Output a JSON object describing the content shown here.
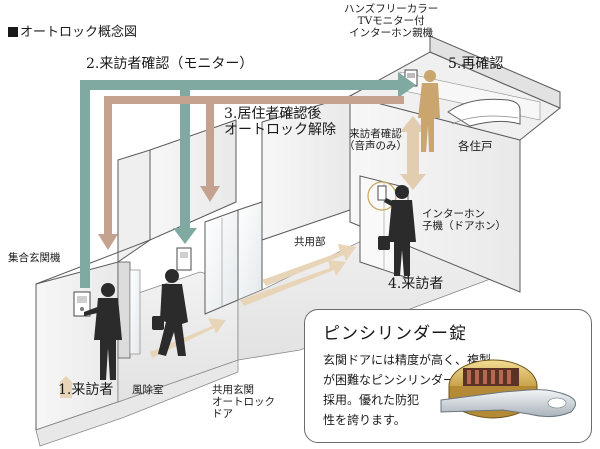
{
  "title": "オートロック概念図",
  "steps": {
    "step1": "1.来訪者",
    "step2": "2.来訪者確認（モニター）",
    "step3": "3.居住者確認後\nオートロック解除",
    "step4": "4.来訪者",
    "step5": "5.再確認"
  },
  "labels": {
    "monitor": "ハンズフリーカラー\nTVモニター付\nインターホン親機",
    "visitor_check": "来訪者確認\n（音声のみ）",
    "each_unit": "各住戸",
    "intercom_child": "インターホン\n子機（ドアホン）",
    "common_area": "共用部",
    "entrance_machine": "集合玄関機",
    "windbreak": "風除室",
    "entrance_door": "共用玄関\nオートロック\nドア"
  },
  "callout": {
    "title": "ピンシリンダー錠",
    "body": "玄関ドアには精度が高く、複製\nが困難なピンシリンダー錠を\n採用。優れた防犯\n性を誇ります。"
  },
  "colors": {
    "teal_arrow": "#7fa9a1",
    "tan_arrow": "#c4a28f",
    "floor_arrow": "#e6d2b6",
    "wall": "#f4f4f4",
    "outline": "#595959"
  }
}
